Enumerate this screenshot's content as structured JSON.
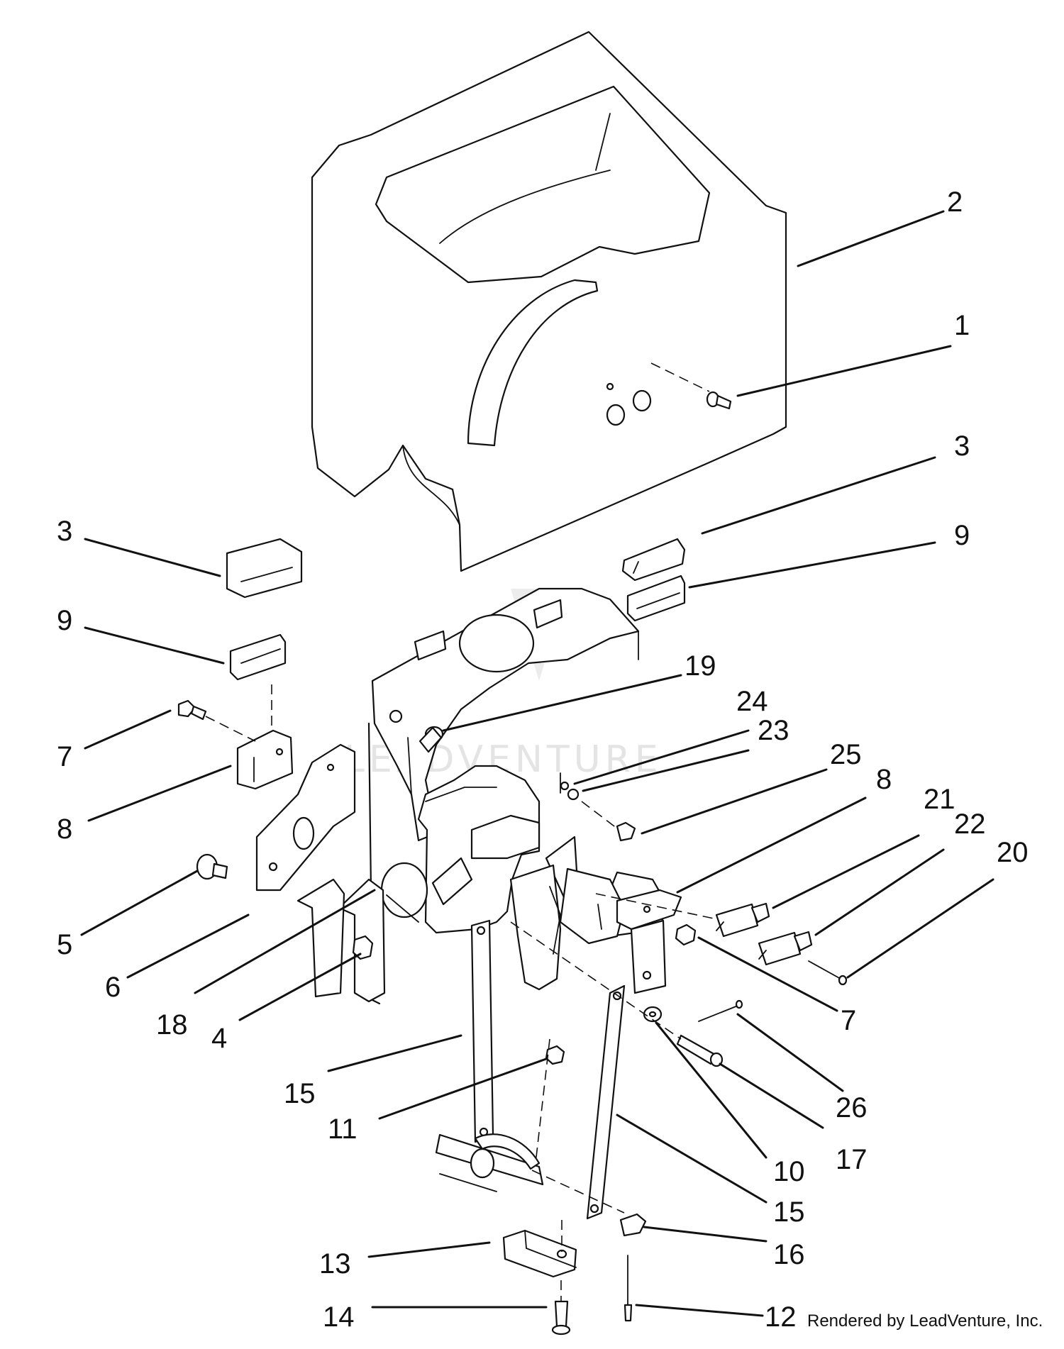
{
  "watermark": "LEADVENTURE",
  "credit": "Rendered by LeadVenture, Inc.",
  "callouts": [
    {
      "id": "c2a",
      "label": "2"
    },
    {
      "id": "c1",
      "label": "1"
    },
    {
      "id": "c3a",
      "label": "3"
    },
    {
      "id": "c3b",
      "label": "3"
    },
    {
      "id": "c9a",
      "label": "9"
    },
    {
      "id": "c9b",
      "label": "9"
    },
    {
      "id": "c19",
      "label": "19"
    },
    {
      "id": "c24",
      "label": "24"
    },
    {
      "id": "c23",
      "label": "23"
    },
    {
      "id": "c25",
      "label": "25"
    },
    {
      "id": "c7a",
      "label": "7"
    },
    {
      "id": "c8a",
      "label": "8"
    },
    {
      "id": "c8b",
      "label": "8"
    },
    {
      "id": "c21",
      "label": "21"
    },
    {
      "id": "c22",
      "label": "22"
    },
    {
      "id": "c20",
      "label": "20"
    },
    {
      "id": "c5",
      "label": "5"
    },
    {
      "id": "c6",
      "label": "6"
    },
    {
      "id": "c18",
      "label": "18"
    },
    {
      "id": "c4",
      "label": "4"
    },
    {
      "id": "c7b",
      "label": "7"
    },
    {
      "id": "c26",
      "label": "26"
    },
    {
      "id": "c15a",
      "label": "15"
    },
    {
      "id": "c11",
      "label": "11"
    },
    {
      "id": "c17",
      "label": "17"
    },
    {
      "id": "c10",
      "label": "10"
    },
    {
      "id": "c15b",
      "label": "15"
    },
    {
      "id": "c16",
      "label": "16"
    },
    {
      "id": "c13",
      "label": "13"
    },
    {
      "id": "c14",
      "label": "14"
    },
    {
      "id": "c12",
      "label": "12"
    }
  ]
}
